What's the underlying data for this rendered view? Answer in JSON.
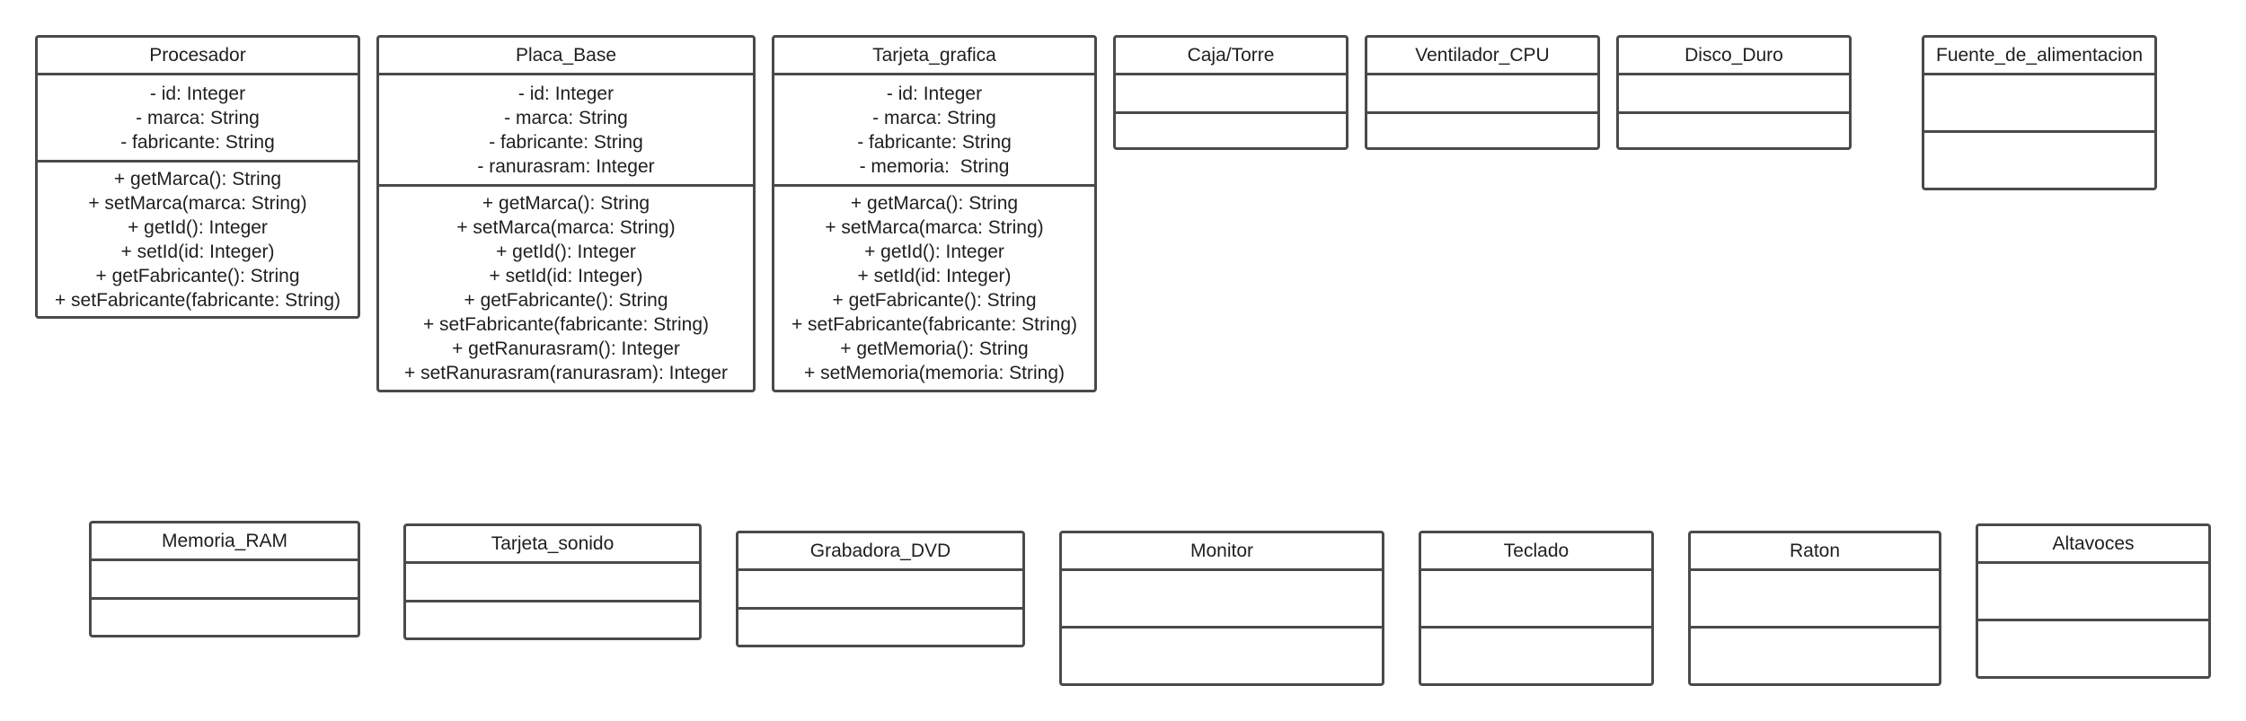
{
  "classes": [
    {
      "name": "Procesador",
      "attributes": [
        "- id: Integer",
        "- marca: String",
        "- fabricante: String"
      ],
      "methods": [
        "+ getMarca(): String",
        "+ setMarca(marca: String)",
        "+ getId(): Integer",
        "+ setId(id: Integer)",
        "+ getFabricante(): String",
        "+ setFabricante(fabricante: String)"
      ]
    },
    {
      "name": "Placa_Base",
      "attributes": [
        "- id: Integer",
        "- marca: String",
        "- fabricante: String",
        "- ranurasram: Integer"
      ],
      "methods": [
        "+ getMarca(): String",
        "+ setMarca(marca: String)",
        "+ getId(): Integer",
        "+ setId(id: Integer)",
        "+ getFabricante(): String",
        "+ setFabricante(fabricante: String)",
        "+ getRanurasram(): Integer",
        "+ setRanurasram(ranurasram): Integer"
      ]
    },
    {
      "name": "Tarjeta_grafica",
      "attributes": [
        "- id: Integer",
        "- marca: String",
        "- fabricante: String",
        "- memoria:  String"
      ],
      "methods": [
        "+ getMarca(): String",
        "+ setMarca(marca: String)",
        "+ getId(): Integer",
        "+ setId(id: Integer)",
        "+ getFabricante(): String",
        "+ setFabricante(fabricante: String)",
        "+ getMemoria(): String",
        "+ setMemoria(memoria: String)"
      ]
    },
    {
      "name": "Caja/Torre",
      "attributes": [],
      "methods": []
    },
    {
      "name": "Ventilador_CPU",
      "attributes": [],
      "methods": []
    },
    {
      "name": "Disco_Duro",
      "attributes": [],
      "methods": []
    },
    {
      "name": "Fuente_de_alimentacion",
      "attributes": [],
      "methods": []
    },
    {
      "name": "Memoria_RAM",
      "attributes": [],
      "methods": []
    },
    {
      "name": "Tarjeta_sonido",
      "attributes": [],
      "methods": []
    },
    {
      "name": "Grabadora_DVD",
      "attributes": [],
      "methods": []
    },
    {
      "name": "Monitor",
      "attributes": [],
      "methods": []
    },
    {
      "name": "Teclado",
      "attributes": [],
      "methods": []
    },
    {
      "name": "Raton",
      "attributes": [],
      "methods": []
    },
    {
      "name": "Altavoces",
      "attributes": [],
      "methods": []
    }
  ]
}
